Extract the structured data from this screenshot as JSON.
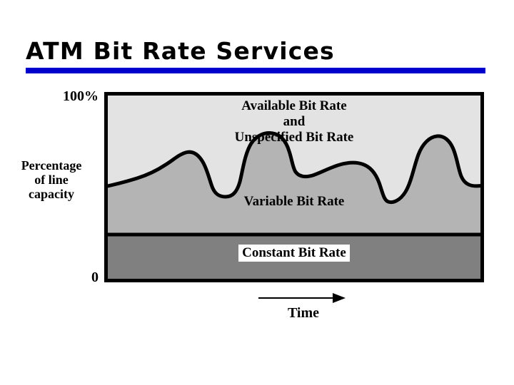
{
  "slide": {
    "title": "ATM Bit Rate Services",
    "rule_color": "#0000cc"
  },
  "chart_data": {
    "type": "area",
    "title": "ATM Bit Rate Services",
    "xlabel": "Time",
    "ylabel": "Percentage of line capacity",
    "ylim": [
      0,
      100
    ],
    "ytick_labels": [
      "100%",
      "0"
    ],
    "grid": false,
    "legend": "none",
    "x_axis_arrow": true,
    "colors": {
      "available_unspecified_bit_rate": "#e3e3e3",
      "variable_bit_rate": "#b4b4b4",
      "constant_bit_rate": "#808080",
      "outline": "#000000"
    },
    "series": [
      {
        "name": "Constant Bit Rate",
        "stack_order": 1,
        "fill": "#808080",
        "constant_value": 25,
        "values": [
          25,
          25,
          25,
          25,
          25,
          25,
          25,
          25,
          25,
          25,
          25,
          25,
          25,
          25,
          25,
          25,
          25,
          25,
          25,
          25,
          25
        ]
      },
      {
        "name": "Variable Bit Rate",
        "stack_order": 2,
        "fill": "#b4b4b4",
        "note": "cumulative top-of-band as percentage of line capacity",
        "values": [
          50,
          53,
          57,
          62,
          66,
          61,
          53,
          48,
          47,
          56,
          72,
          76,
          75,
          72,
          68,
          60,
          52,
          50,
          60,
          73,
          76,
          70,
          56,
          52
        ]
      },
      {
        "name": "Available Bit Rate and Unspecified Bit Rate",
        "stack_order": 3,
        "fill": "#e3e3e3",
        "note": "fills remainder up to 100% of line capacity",
        "values": [
          50,
          47,
          43,
          38,
          34,
          39,
          47,
          52,
          53,
          44,
          28,
          24,
          25,
          28,
          32,
          40,
          48,
          50,
          40,
          27,
          24,
          30,
          44,
          48
        ]
      }
    ],
    "annotations": [
      {
        "name": "abr-ubr-label",
        "text": "Available Bit Rate\nand\nUnspecified Bit Rate",
        "region": "top"
      },
      {
        "name": "vbr-label",
        "text": "Variable Bit Rate",
        "region": "middle"
      },
      {
        "name": "cbr-label",
        "text": "Constant Bit Rate",
        "region": "bottom",
        "boxed": true
      }
    ]
  },
  "axes": {
    "y_max_label": "100%",
    "y_min_label": "0",
    "y_title_line1": "Percentage",
    "y_title_line2": "of line",
    "y_title_line3": "capacity",
    "x_title": "Time"
  },
  "regions": {
    "abr_line1": "Available Bit Rate",
    "abr_line2": "and",
    "abr_line3": "Unspecified Bit Rate",
    "vbr": "Variable Bit Rate",
    "cbr": "Constant Bit Rate"
  }
}
